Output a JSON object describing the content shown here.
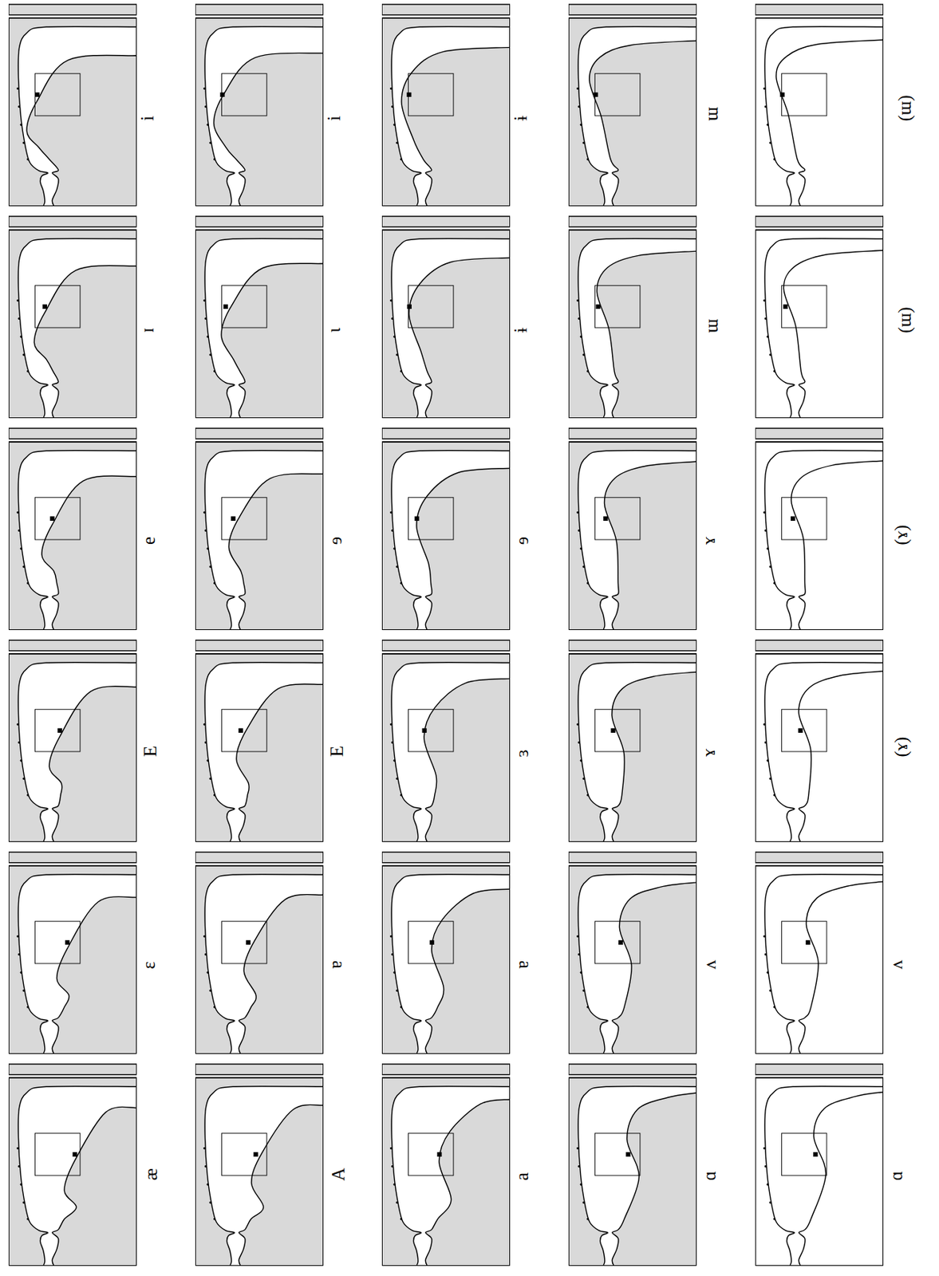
{
  "diagram": {
    "labels": [
      "i",
      "i",
      "ɨ",
      "ɯ",
      "(ɯ)",
      "ɪ",
      "ɩ",
      "ɨ",
      "ɯ",
      "(ɯ)",
      "e",
      "ɘ",
      "ɘ",
      "ɤ",
      "(ɤ)",
      "E",
      "E",
      "ɜ",
      "ɤ",
      "(ɤ)",
      "ɛ",
      "ɐ",
      "ɐ",
      "ʌ",
      "ʌ",
      "æ",
      "A",
      "a",
      "ɑ",
      "ɑ"
    ]
  }
}
